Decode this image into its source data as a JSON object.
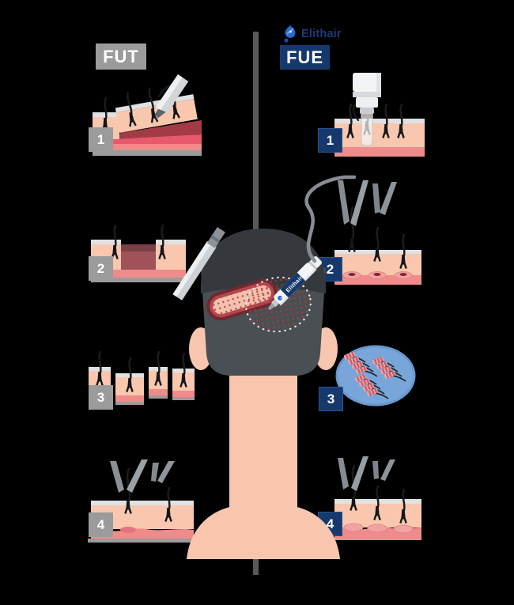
{
  "page": {
    "background": "#000000",
    "divider_color": "#58595c"
  },
  "left_column": {
    "label": "FUT",
    "badge_color": "#9b9b9b",
    "steps": [
      {
        "number": "1",
        "icon": "scalpel-strip-excision-illustration"
      },
      {
        "number": "2",
        "icon": "donor-area-strip-removed-illustration"
      },
      {
        "number": "3",
        "icon": "strip-dissection-into-grafts-illustration"
      },
      {
        "number": "4",
        "icon": "graft-implantation-with-forceps-illustration"
      }
    ]
  },
  "right_column": {
    "label": "FUE",
    "brand": {
      "name": "Elithair",
      "icon": "elithair-logo"
    },
    "badge_color": "#16396d",
    "steps": [
      {
        "number": "1",
        "icon": "micro-punch-extraction-illustration"
      },
      {
        "number": "2",
        "icon": "forceps-follicle-removal-illustration"
      },
      {
        "number": "3",
        "icon": "grafts-in-petri-dish-illustration"
      },
      {
        "number": "4",
        "icon": "graft-implantation-with-forceps-illustration"
      }
    ]
  },
  "center": {
    "icon": "back-of-head-with-donor-and-extraction-zones",
    "pen_label": "Elithair"
  }
}
